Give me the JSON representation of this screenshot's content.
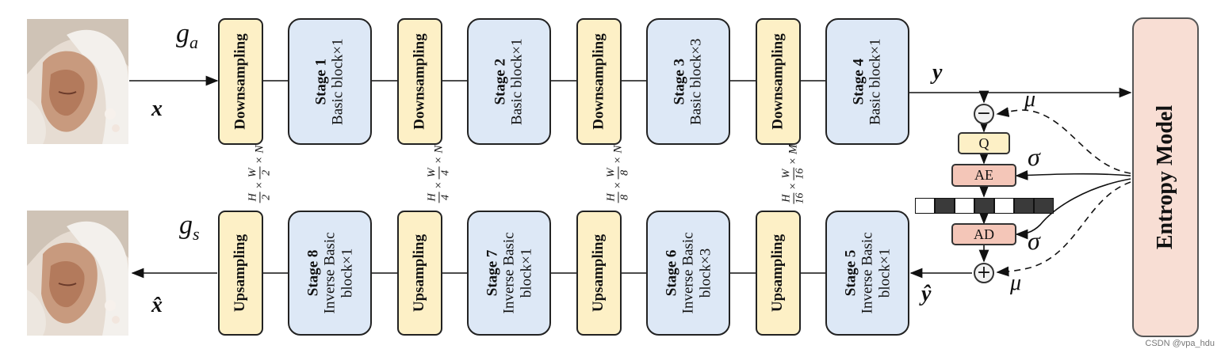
{
  "encoder": {
    "label": "g",
    "label_sub": "a",
    "input": "x",
    "output": "y",
    "sampling_label": "Downsampling",
    "stages": [
      {
        "title": "Stage 1",
        "desc": "Basic block×1"
      },
      {
        "title": "Stage 2",
        "desc": "Basic block×1"
      },
      {
        "title": "Stage 3",
        "desc": "Basic block×3"
      },
      {
        "title": "Stage 4",
        "desc": "Basic block×1"
      }
    ]
  },
  "decoder": {
    "label": "g",
    "label_sub": "s",
    "input": "ŷ",
    "output": "x̂",
    "sampling_label": "Upsampling",
    "stages": [
      {
        "title": "Stage 8",
        "desc1": "Inverse Basic",
        "desc2": "block×1"
      },
      {
        "title": "Stage 7",
        "desc1": "Inverse Basic",
        "desc2": "block×1"
      },
      {
        "title": "Stage 6",
        "desc1": "Inverse Basic",
        "desc2": "block×3"
      },
      {
        "title": "Stage 5",
        "desc1": "Inverse Basic",
        "desc2": "block×1"
      }
    ]
  },
  "dimensions": [
    {
      "h": "H",
      "w": "W",
      "den": "2",
      "c": "N"
    },
    {
      "h": "H",
      "w": "W",
      "den": "4",
      "c": "N"
    },
    {
      "h": "H",
      "w": "W",
      "den": "8",
      "c": "N"
    },
    {
      "h": "H",
      "w": "W",
      "den": "16",
      "c": "M"
    }
  ],
  "entropy": {
    "title": "Entropy Model",
    "quantize": "Q",
    "encoder": "AE",
    "decoder": "AD",
    "minus": "−",
    "plus": "+",
    "mu": "μ",
    "sigma": "σ",
    "bitstream": [
      0,
      1,
      0,
      1,
      0,
      1,
      1
    ]
  },
  "colors": {
    "sampling_fill": "#fdf0c6",
    "stage_fill": "#dde8f6",
    "entropy_fill": "#f8ded4",
    "coder_fill": "#f4c6b8",
    "quant_fill": "#fdf0c6"
  },
  "watermark": "CSDN @vpa_hdu"
}
